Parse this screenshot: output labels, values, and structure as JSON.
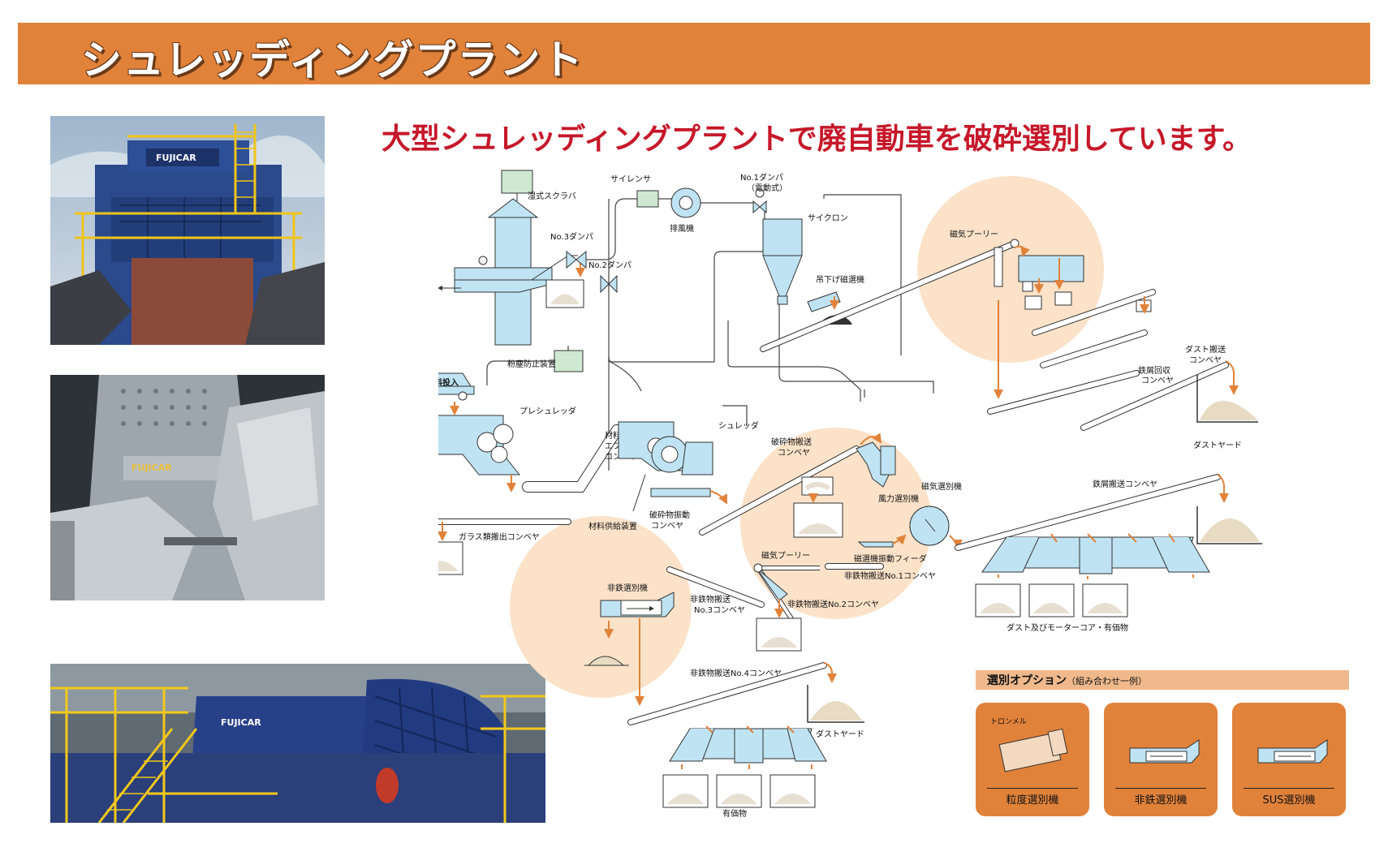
{
  "banner": {
    "title": "シュレッディングプラント"
  },
  "headline": "大型シュレッディングプラントで廃自動車を破砕選別しています。",
  "photos": [
    {
      "brand": "FUJICAR"
    },
    {
      "brand": "FUJICAR"
    },
    {
      "brand": "FUJICAR"
    }
  ],
  "diagram": {
    "labels": {
      "scrubber": "湿式スクラバ",
      "silencer": "サイレンサ",
      "no1_damper": "No.1ダンパ",
      "no1_damper_sub": "（電動式）",
      "cyclone": "サイクロン",
      "no3_damper": "No.3ダンパ",
      "fan": "排風機",
      "no2_damper": "No.2ダンパ",
      "hanging_magnet": "吊下げ磁選機",
      "magnetic_pulley_top": "磁気プーリー",
      "dust_conveyor_1": "ダスト搬送",
      "dust_conveyor_2": "コンベヤ",
      "dust_prevention": "粉塵防止装置",
      "material_input": "材料投入",
      "pre_shredder": "プレシュレッダ",
      "apron_1": "材料供給",
      "apron_2": "エプロン",
      "apron_3": "コンベヤ",
      "shredder": "シュレッダ",
      "crushed_conv_1": "破砕物搬送",
      "crushed_conv_2": "コンベヤ",
      "iron_recovery_1": "鉄屑回収",
      "iron_recovery_2": "コンベヤ",
      "dust_yard_1": "ダストヤード",
      "air_separator": "風力選別機",
      "magnetic_separator": "磁気選別機",
      "iron_conveyor": "鉄屑搬送コンベヤ",
      "glass_conveyor": "ガラス類搬出コンベヤ",
      "feeder_device": "材料供給装置",
      "vib_conv_1": "破砕物振動",
      "vib_conv_2": "コンベヤ",
      "mag_vib_feeder": "磁選機振動フィーダ",
      "nonferrous_no1": "非鉄物搬送No.1コンベヤ",
      "magnetic_pulley_mid": "磁気プーリー",
      "nonferrous_sep": "非鉄選別機",
      "nonferrous_no3_1": "非鉄物搬送",
      "nonferrous_no3_2": "No.3コンベヤ",
      "nonferrous_no2": "非鉄物搬送No.2コンベヤ",
      "dust_motor": "ダスト及びモーターコア・有価物",
      "nonferrous_no4": "非鉄物搬送No.4コンベヤ",
      "dust_yard_2": "ダストヤード",
      "valuables": "有価物"
    }
  },
  "options": {
    "title": "選別オプション",
    "subtitle": "（組み合わせ一例）",
    "cards": [
      {
        "name": "粒度選別機",
        "tag": "トロンメル"
      },
      {
        "name": "非鉄選別機"
      },
      {
        "name": "SUS選別機"
      }
    ]
  },
  "colors": {
    "banner": "#e1823a",
    "headline": "#c6182a",
    "equipment": "#bfe3f3",
    "highlight": "#fbe2c8",
    "arrow": "#e1823a"
  }
}
